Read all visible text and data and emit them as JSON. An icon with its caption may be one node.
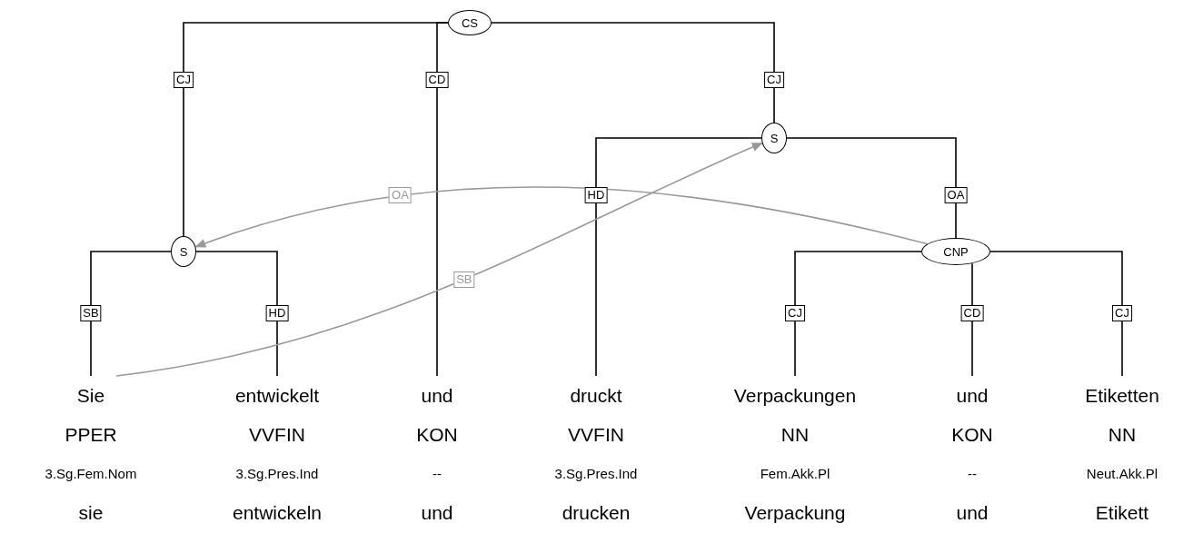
{
  "diagram": {
    "nodes": [
      {
        "text": [
          "CS"
        ]
      },
      {
        "text": [
          "S"
        ]
      },
      {
        "text": [
          "S"
        ]
      },
      {
        "text": [
          "CNP"
        ]
      },
      {
        "text": [
          "Sie",
          "PPER",
          "3.Sg.Fem.Nom",
          "sie"
        ]
      },
      {
        "text": [
          "entwickelt",
          "VVFIN",
          "3.Sg.Pres.Ind",
          "entwickeln"
        ]
      },
      {
        "text": [
          "und",
          "KON",
          "--",
          "und"
        ]
      },
      {
        "text": [
          "druckt",
          "VVFIN",
          "3.Sg.Pres.Ind",
          "drucken"
        ]
      },
      {
        "text": [
          "Verpackungen",
          "NN",
          "Fem.Akk.Pl",
          "Verpackung"
        ]
      },
      {
        "text": [
          "und",
          "KON",
          "--",
          "und"
        ]
      },
      {
        "text": [
          "Etiketten",
          "NN",
          "Neut.Akk.Pl",
          "Etikett"
        ]
      }
    ],
    "edges": [
      {
        "from": 0,
        "to": 2,
        "arrow": "none",
        "label": "CJ"
      },
      {
        "from": 0,
        "to": 6,
        "arrow": "none",
        "label": "CD"
      },
      {
        "from": 0,
        "to": 1,
        "arrow": "none",
        "label": "CJ"
      },
      {
        "from": 1,
        "to": 7,
        "arrow": "none",
        "label": "HD"
      },
      {
        "from": 1,
        "to": 3,
        "arrow": "none",
        "label": "OA"
      },
      {
        "from": 2,
        "to": 4,
        "arrow": "none",
        "label": "SB"
      },
      {
        "from": 2,
        "to": 5,
        "arrow": "none",
        "label": "HD"
      },
      {
        "from": 3,
        "to": 8,
        "arrow": "none",
        "label": "CJ"
      },
      {
        "from": 3,
        "to": 9,
        "arrow": "none",
        "label": "CD"
      },
      {
        "from": 3,
        "to": 10,
        "arrow": "none",
        "label": "CJ"
      },
      {
        "from": 3,
        "to": 2,
        "arrow": "to",
        "label": "OA",
        "color": "#999999"
      },
      {
        "from": 4,
        "to": 1,
        "arrow": "to",
        "label": "SB",
        "color": "#999999"
      }
    ]
  }
}
